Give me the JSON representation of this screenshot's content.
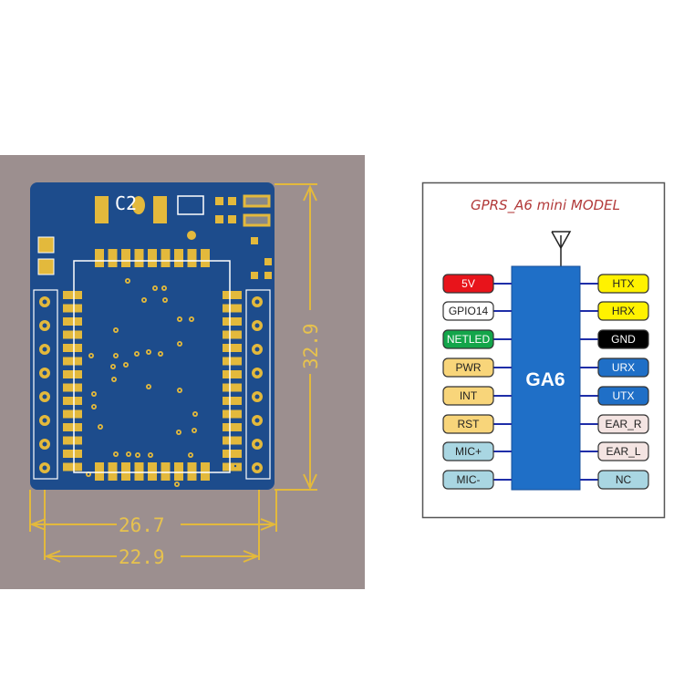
{
  "colors": {
    "panel_bg": "#9c8f8f",
    "board": "#1d4c8c",
    "gold": "#e3b93c",
    "chip": "#1f6fc7",
    "wire": "#1f2ea8",
    "title": "#b23a3a"
  },
  "pcb": {
    "silk_label": "C2",
    "dimensions": {
      "height": "32.9",
      "width_outer": "26.7",
      "width_inner": "22.9"
    }
  },
  "pinout": {
    "title": "GPRS_A6 mini MODEL",
    "chip_label": "GA6",
    "left_pins": [
      {
        "label": "5V",
        "bg": "#e8141b",
        "fg": "#ffffff"
      },
      {
        "label": "GPIO14",
        "bg": "#ffffff",
        "fg": "#222222"
      },
      {
        "label": "NETLED",
        "bg": "#13a54a",
        "fg": "#ffffff"
      },
      {
        "label": "PWR",
        "bg": "#f8d57a",
        "fg": "#222222"
      },
      {
        "label": "INT",
        "bg": "#f8d57a",
        "fg": "#222222"
      },
      {
        "label": "RST",
        "bg": "#f8d57a",
        "fg": "#222222"
      },
      {
        "label": "MIC+",
        "bg": "#a9d6e2",
        "fg": "#222222"
      },
      {
        "label": "MIC-",
        "bg": "#a9d6e2",
        "fg": "#222222"
      }
    ],
    "right_pins": [
      {
        "label": "HTX",
        "bg": "#fff200",
        "fg": "#222222"
      },
      {
        "label": "HRX",
        "bg": "#fff200",
        "fg": "#222222"
      },
      {
        "label": "GND",
        "bg": "#000000",
        "fg": "#ffffff"
      },
      {
        "label": "URX",
        "bg": "#1f6fc7",
        "fg": "#ffffff"
      },
      {
        "label": "UTX",
        "bg": "#1f6fc7",
        "fg": "#ffffff"
      },
      {
        "label": "EAR_R",
        "bg": "#f4e4e2",
        "fg": "#222222"
      },
      {
        "label": "EAR_L",
        "bg": "#f4e4e2",
        "fg": "#222222"
      },
      {
        "label": "NC",
        "bg": "#a9d6e2",
        "fg": "#222222"
      }
    ]
  }
}
